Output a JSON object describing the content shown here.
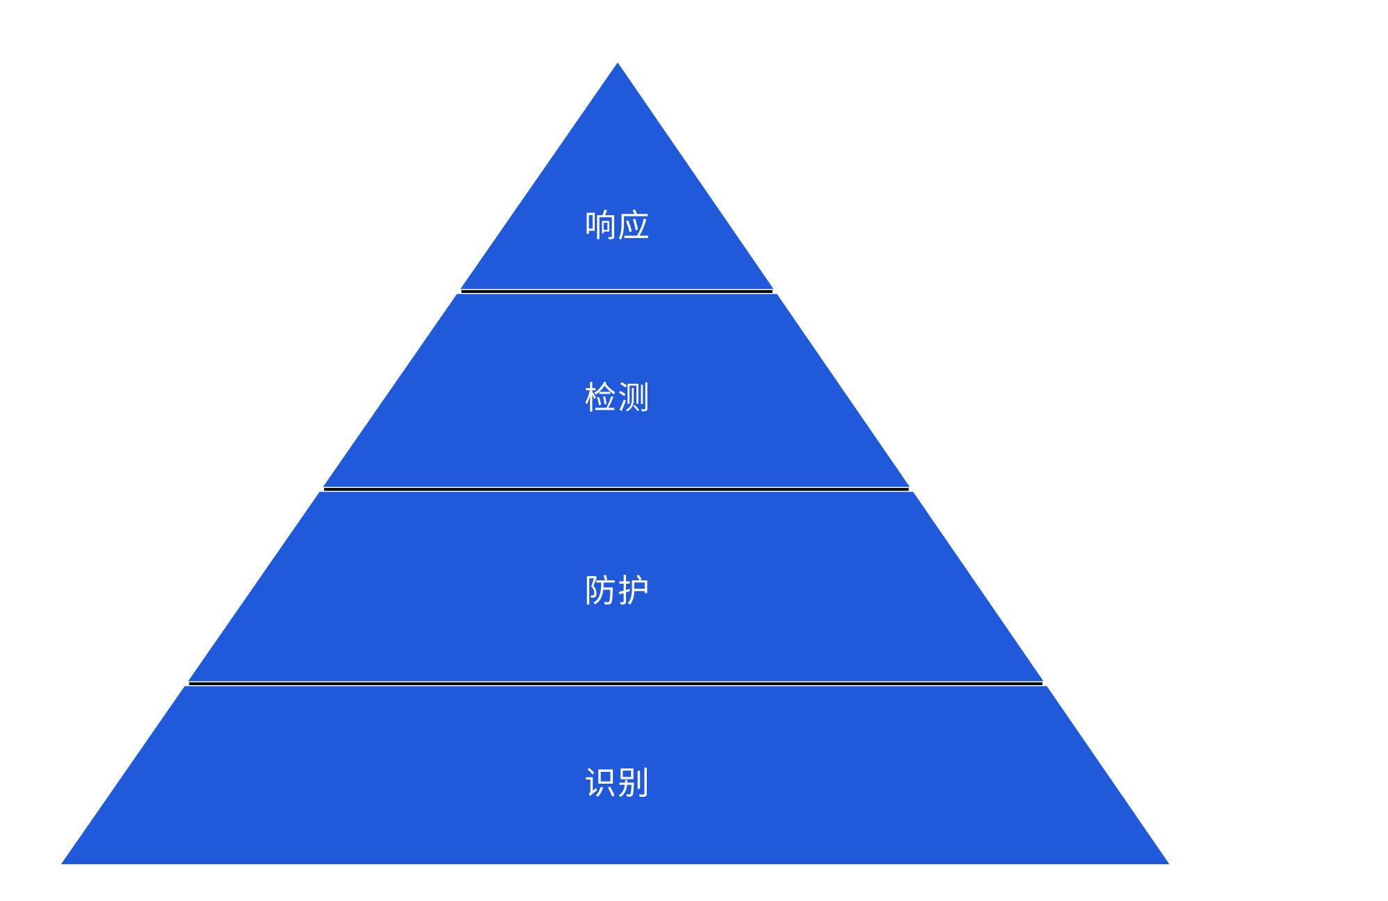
{
  "diagram": {
    "type": "pyramid",
    "fill_color": "#2059d9",
    "separator_color": "#000000",
    "layers": [
      {
        "label": "响应"
      },
      {
        "label": "检测"
      },
      {
        "label": "防护"
      },
      {
        "label": "识别"
      }
    ]
  }
}
